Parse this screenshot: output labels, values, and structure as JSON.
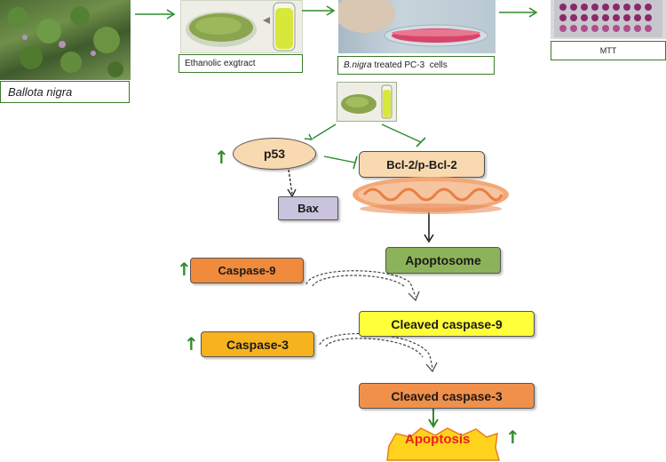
{
  "top_row": {
    "plant_label": "Ballota nigra",
    "extract_label": "Ethanolic exgtract",
    "treated_label_italic": "B.nigra",
    "treated_label_rest": " treated PC-3  cells",
    "assay_label": "MTT"
  },
  "pathway": {
    "p53": "p53",
    "bcl2": "Bcl-2/p-Bcl-2",
    "bax": "Bax",
    "apoptosome": "Apoptosome",
    "caspase9": "Caspase-9",
    "cleaved_caspase9": "Cleaved caspase-9",
    "caspase3": "Caspase-3",
    "cleaved_caspase3": "Cleaved caspase-3",
    "apoptosis": "Apoptosis"
  },
  "indicators": {
    "up_arrow": "↑"
  },
  "colors": {
    "green_arrow": "#2e8b2e",
    "p53_fill": "#f8d9b0",
    "bcl2_fill": "#f8d9b0",
    "bax_fill": "#c9c3dd",
    "apoptosome_fill": "#8db35a",
    "caspase9_fill": "#f08a3c",
    "cleaved_caspase9_fill": "#ffff3a",
    "caspase3_fill": "#f6b31e",
    "cleaved_caspase3_fill": "#f0904a",
    "apoptosis_fill": "#ffd21e",
    "apoptosis_text": "#e8231c"
  }
}
